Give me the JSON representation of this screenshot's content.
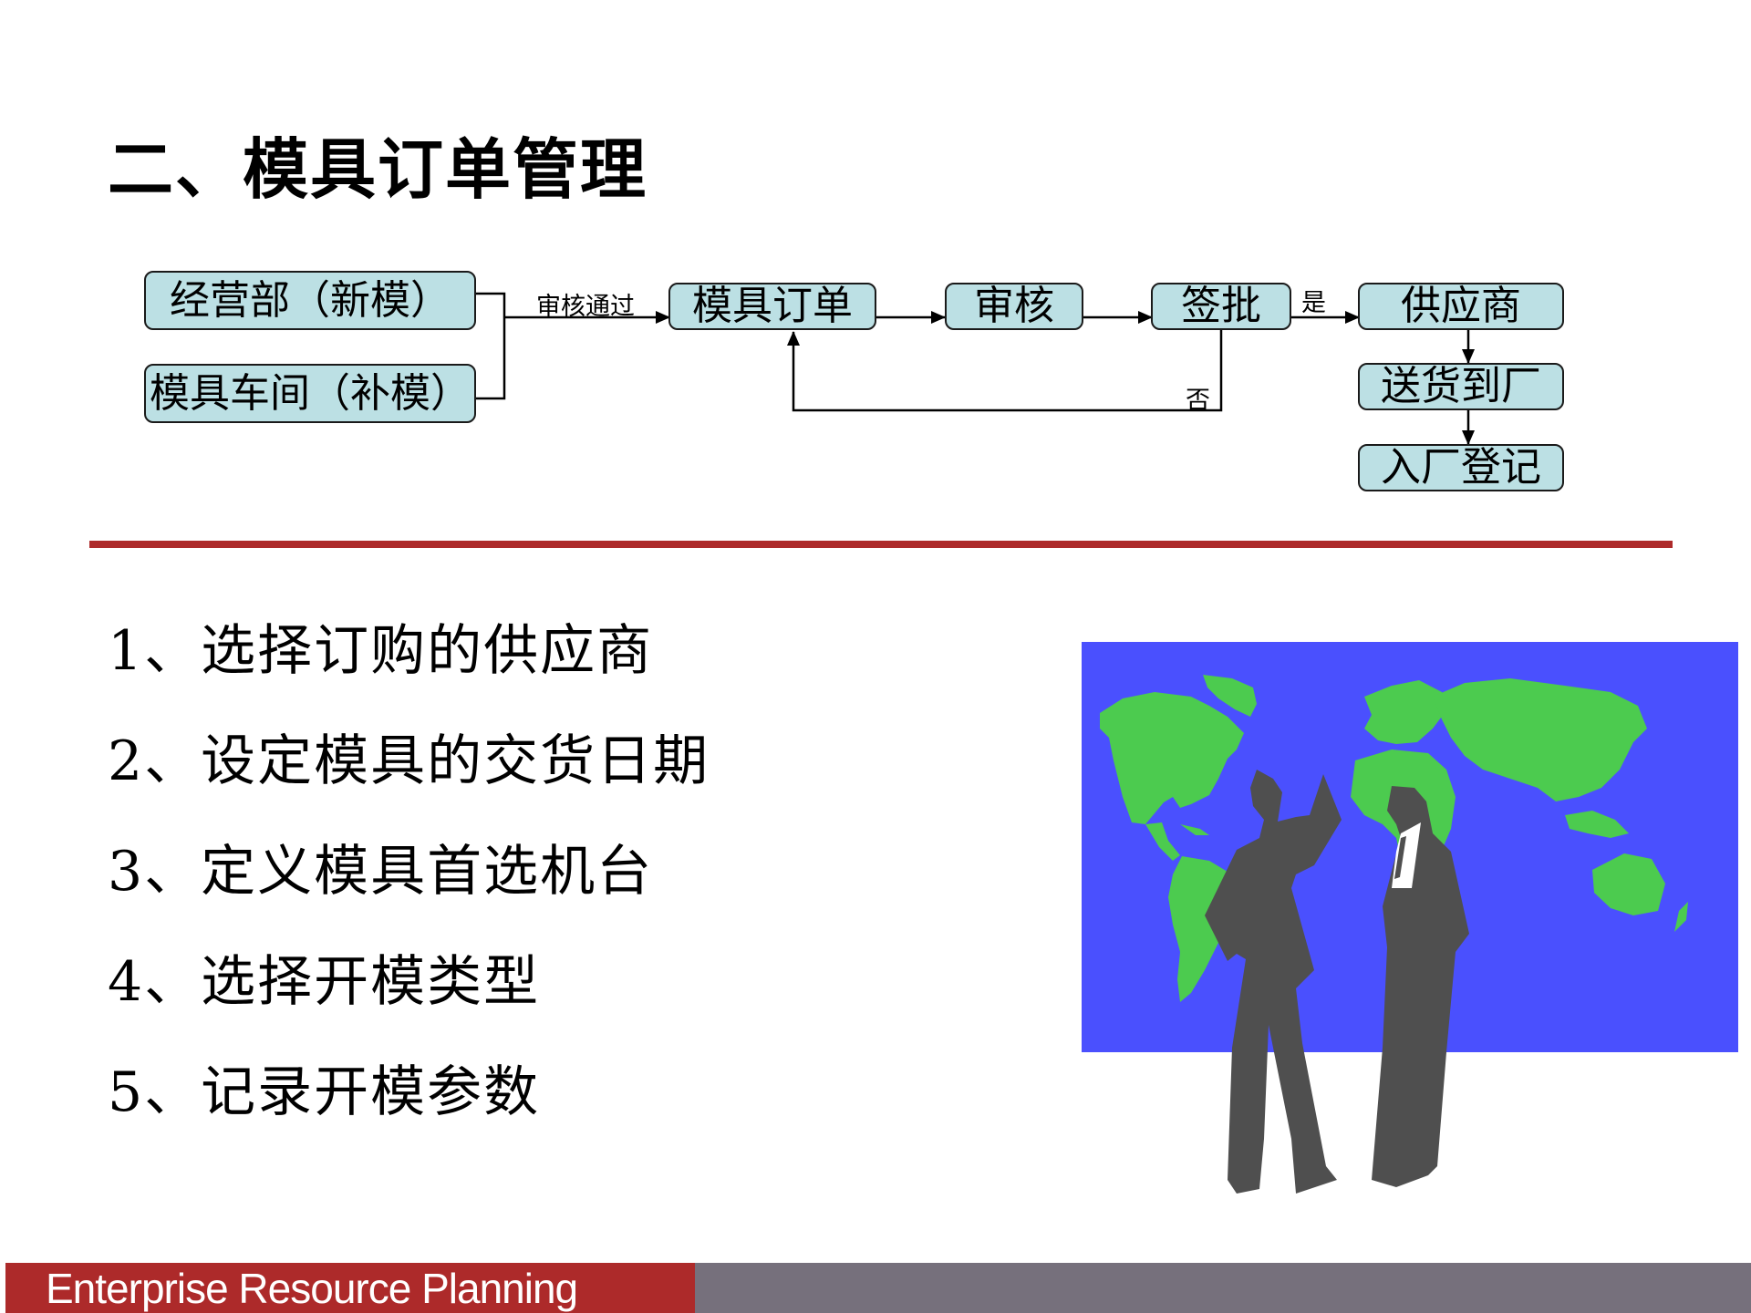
{
  "slide": {
    "title": "二、模具订单管理"
  },
  "flowchart": {
    "nodes": {
      "sales_dept": "经营部（新模）",
      "mold_workshop": "模具车间（补模）",
      "mold_order": "模具订单",
      "review": "审核",
      "approval": "签批",
      "supplier": "供应商",
      "delivery": "送货到厂",
      "registration": "入厂登记"
    },
    "edge_labels": {
      "review_passed": "审核通过",
      "yes": "是",
      "no": "否"
    },
    "colors": {
      "node_fill": "#bce0e4",
      "node_border": "#1a1a1a"
    }
  },
  "steps": [
    "1、选择订购的供应商",
    "2、设定模具的交货日期",
    "3、定义模具首选机台",
    "4、选择开模类型",
    "5、记录开模参数"
  ],
  "illustration": {
    "description": "two-businessmen-silhouettes-world-map",
    "colors": {
      "map_background": "#4a50fe",
      "land": "#4ccb4f",
      "silhouette": "#4f4f4f"
    }
  },
  "footer": {
    "text": "Enterprise Resource Planning",
    "colors": {
      "left": "#ad2a2a",
      "right": "#76707c",
      "divider": "#ad2a2a"
    }
  }
}
